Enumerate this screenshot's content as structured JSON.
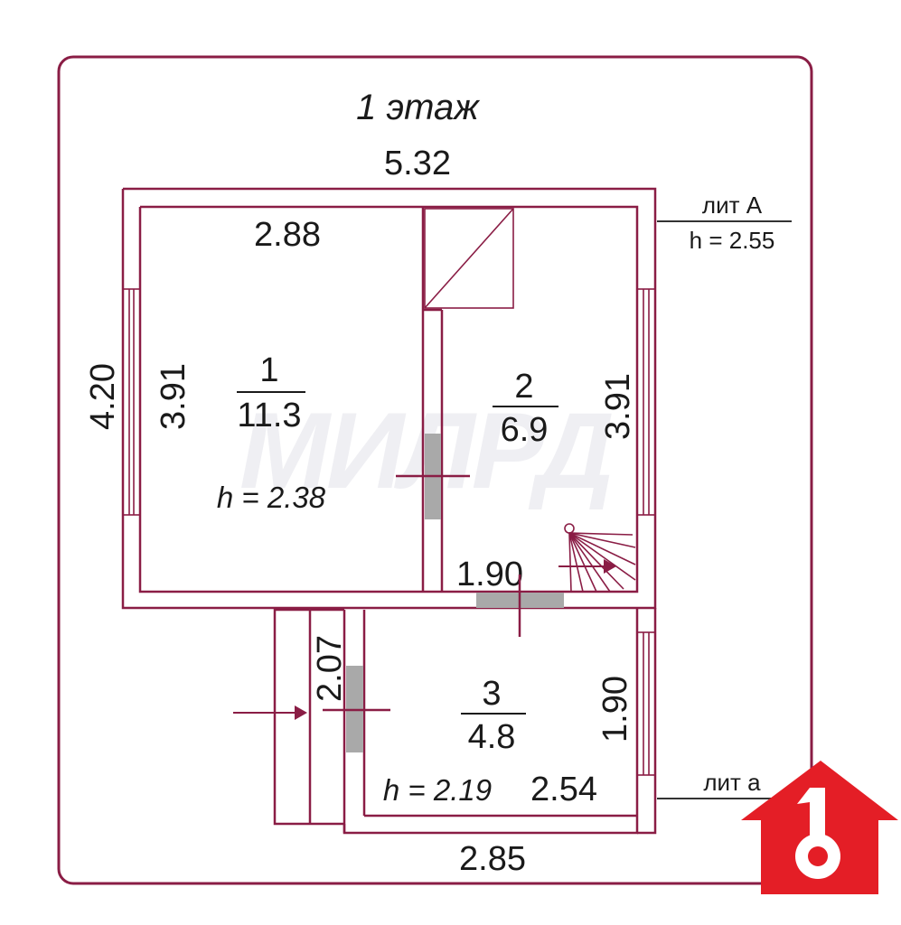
{
  "floor_title": "1 этаж",
  "watermark": "МИЛРД",
  "overall_dims": {
    "top_width": "5.32",
    "left_height": "4.20",
    "bottom_width": "2.85"
  },
  "annex_A": {
    "label": "лит А",
    "height": "h = 2.55"
  },
  "annex_a": {
    "label": "лит а"
  },
  "rooms": [
    {
      "number": "1",
      "area": "11.3",
      "width": "2.88",
      "length": "3.91",
      "height": "h = 2.38"
    },
    {
      "number": "2",
      "area": "6.9",
      "length": "3.91",
      "width": "1.90"
    },
    {
      "number": "3",
      "area": "4.8",
      "length": "1.90",
      "width": "2.54",
      "height": "h = 2.19"
    }
  ],
  "porch": {
    "length": "2.07"
  },
  "colors": {
    "wall": "#8a1d45",
    "door": "#a9a9a9",
    "logo": "#e41e26"
  },
  "icons": [
    "stair-icon",
    "entry-arrow-icon",
    "logo-key-house-icon"
  ]
}
